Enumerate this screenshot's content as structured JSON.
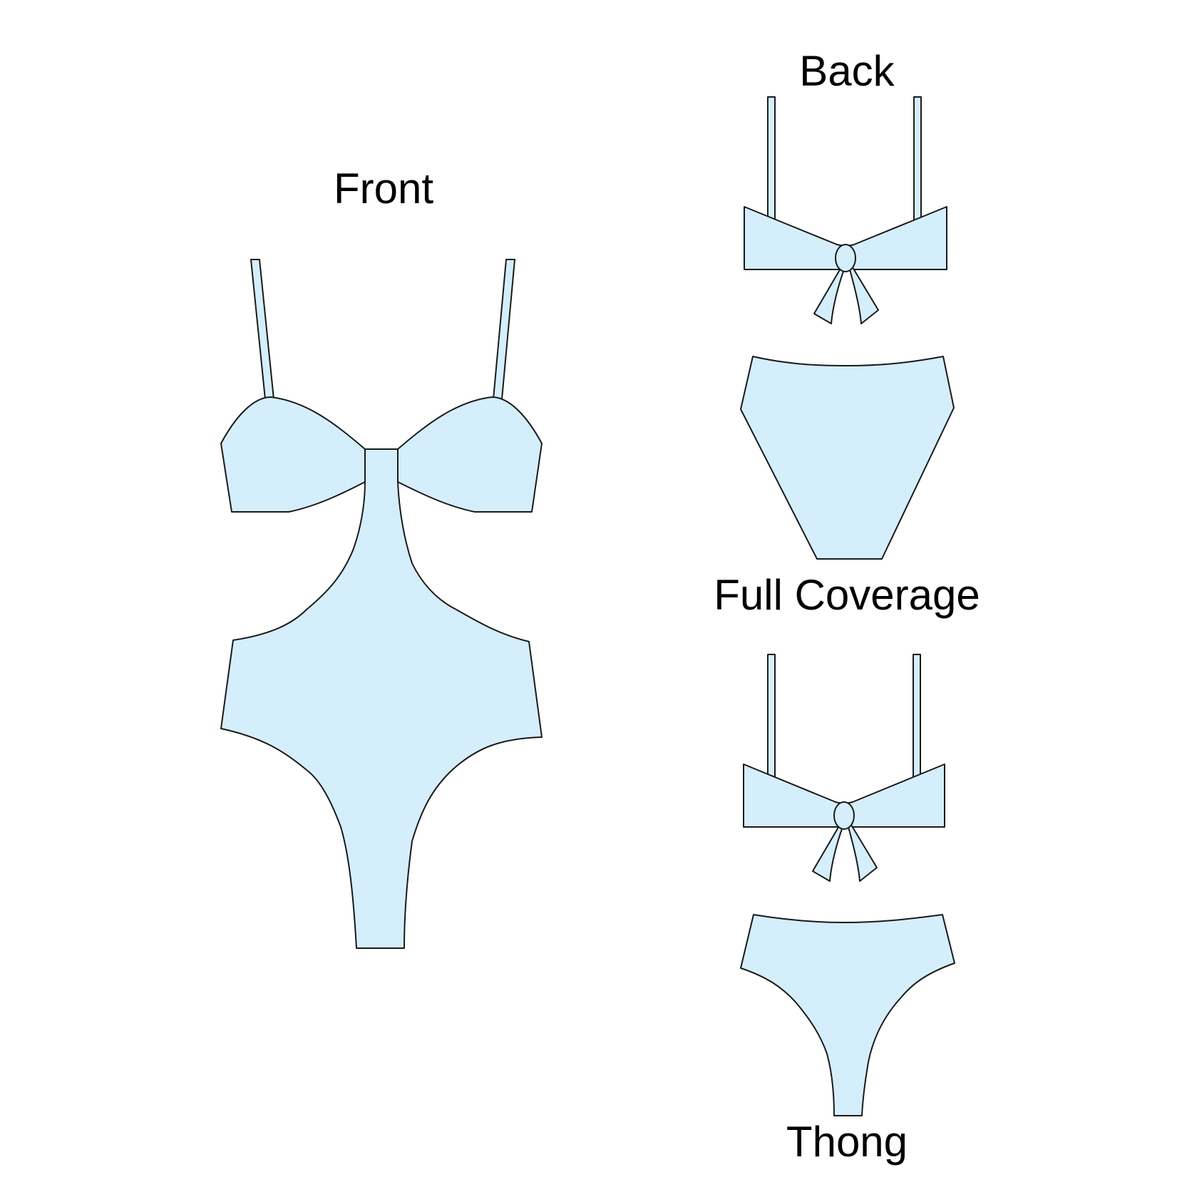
{
  "colors": {
    "fabric": "#d4eefc",
    "outline": "#1a1a1a",
    "background": "#ffffff"
  },
  "labels": {
    "front": "Front",
    "back": "Back",
    "full_coverage": "Full Coverage",
    "thong": "Thong"
  }
}
